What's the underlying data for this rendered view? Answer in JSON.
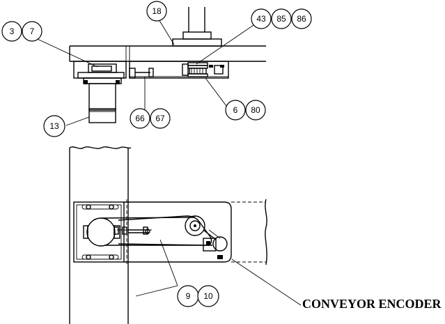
{
  "title": "CONVEYOR ENCODER",
  "callouts": {
    "c18": "18",
    "c43": "43",
    "c85": "85",
    "c86": "86",
    "c3": "3",
    "c7": "7",
    "c13": "13",
    "c66": "66",
    "c67": "67",
    "c6": "6",
    "c80": "80",
    "c9": "9",
    "c10": "10"
  }
}
